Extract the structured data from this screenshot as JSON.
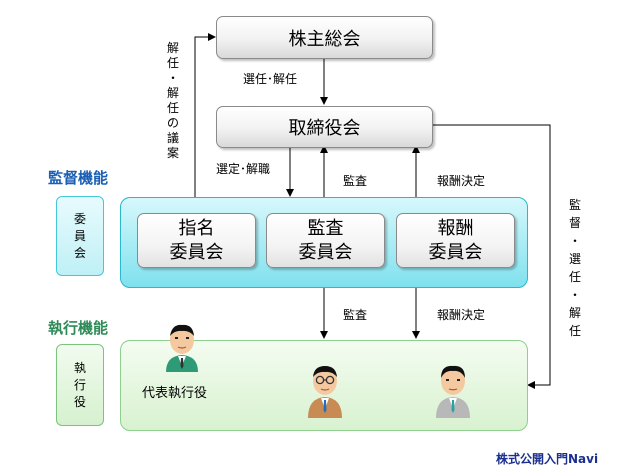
{
  "boxes": {
    "shareholders_meeting": "株主総会",
    "board": "取締役会",
    "nomination": [
      "指名",
      "委員会"
    ],
    "audit": [
      "監査",
      "委員会"
    ],
    "compensation": [
      "報酬",
      "委員会"
    ]
  },
  "sections": {
    "supervision": {
      "title": "監督機能",
      "tag": [
        "委",
        "員",
        "会"
      ],
      "color": "#1a5fb4"
    },
    "execution": {
      "title": "執行機能",
      "tag": [
        "執",
        "行",
        "役"
      ],
      "color": "#2e8b57"
    }
  },
  "edge_labels": {
    "elect_dismiss": "選任･解任",
    "dismissal_proposal": [
      "解",
      "任",
      "・",
      "解",
      "任",
      "の",
      "議",
      "案"
    ],
    "appoint_dismiss": "選定･解職",
    "audit_top": "監査",
    "compensation_top": "報酬決定",
    "audit_bottom": "監査",
    "compensation_bottom": "報酬決定",
    "supervise_elect_dismiss": [
      "監",
      "督",
      "・",
      "選",
      "任",
      "・",
      "解",
      "任"
    ]
  },
  "people": {
    "ceo_label": "代表執行役"
  },
  "watermark": "株式公開入門Navi"
}
